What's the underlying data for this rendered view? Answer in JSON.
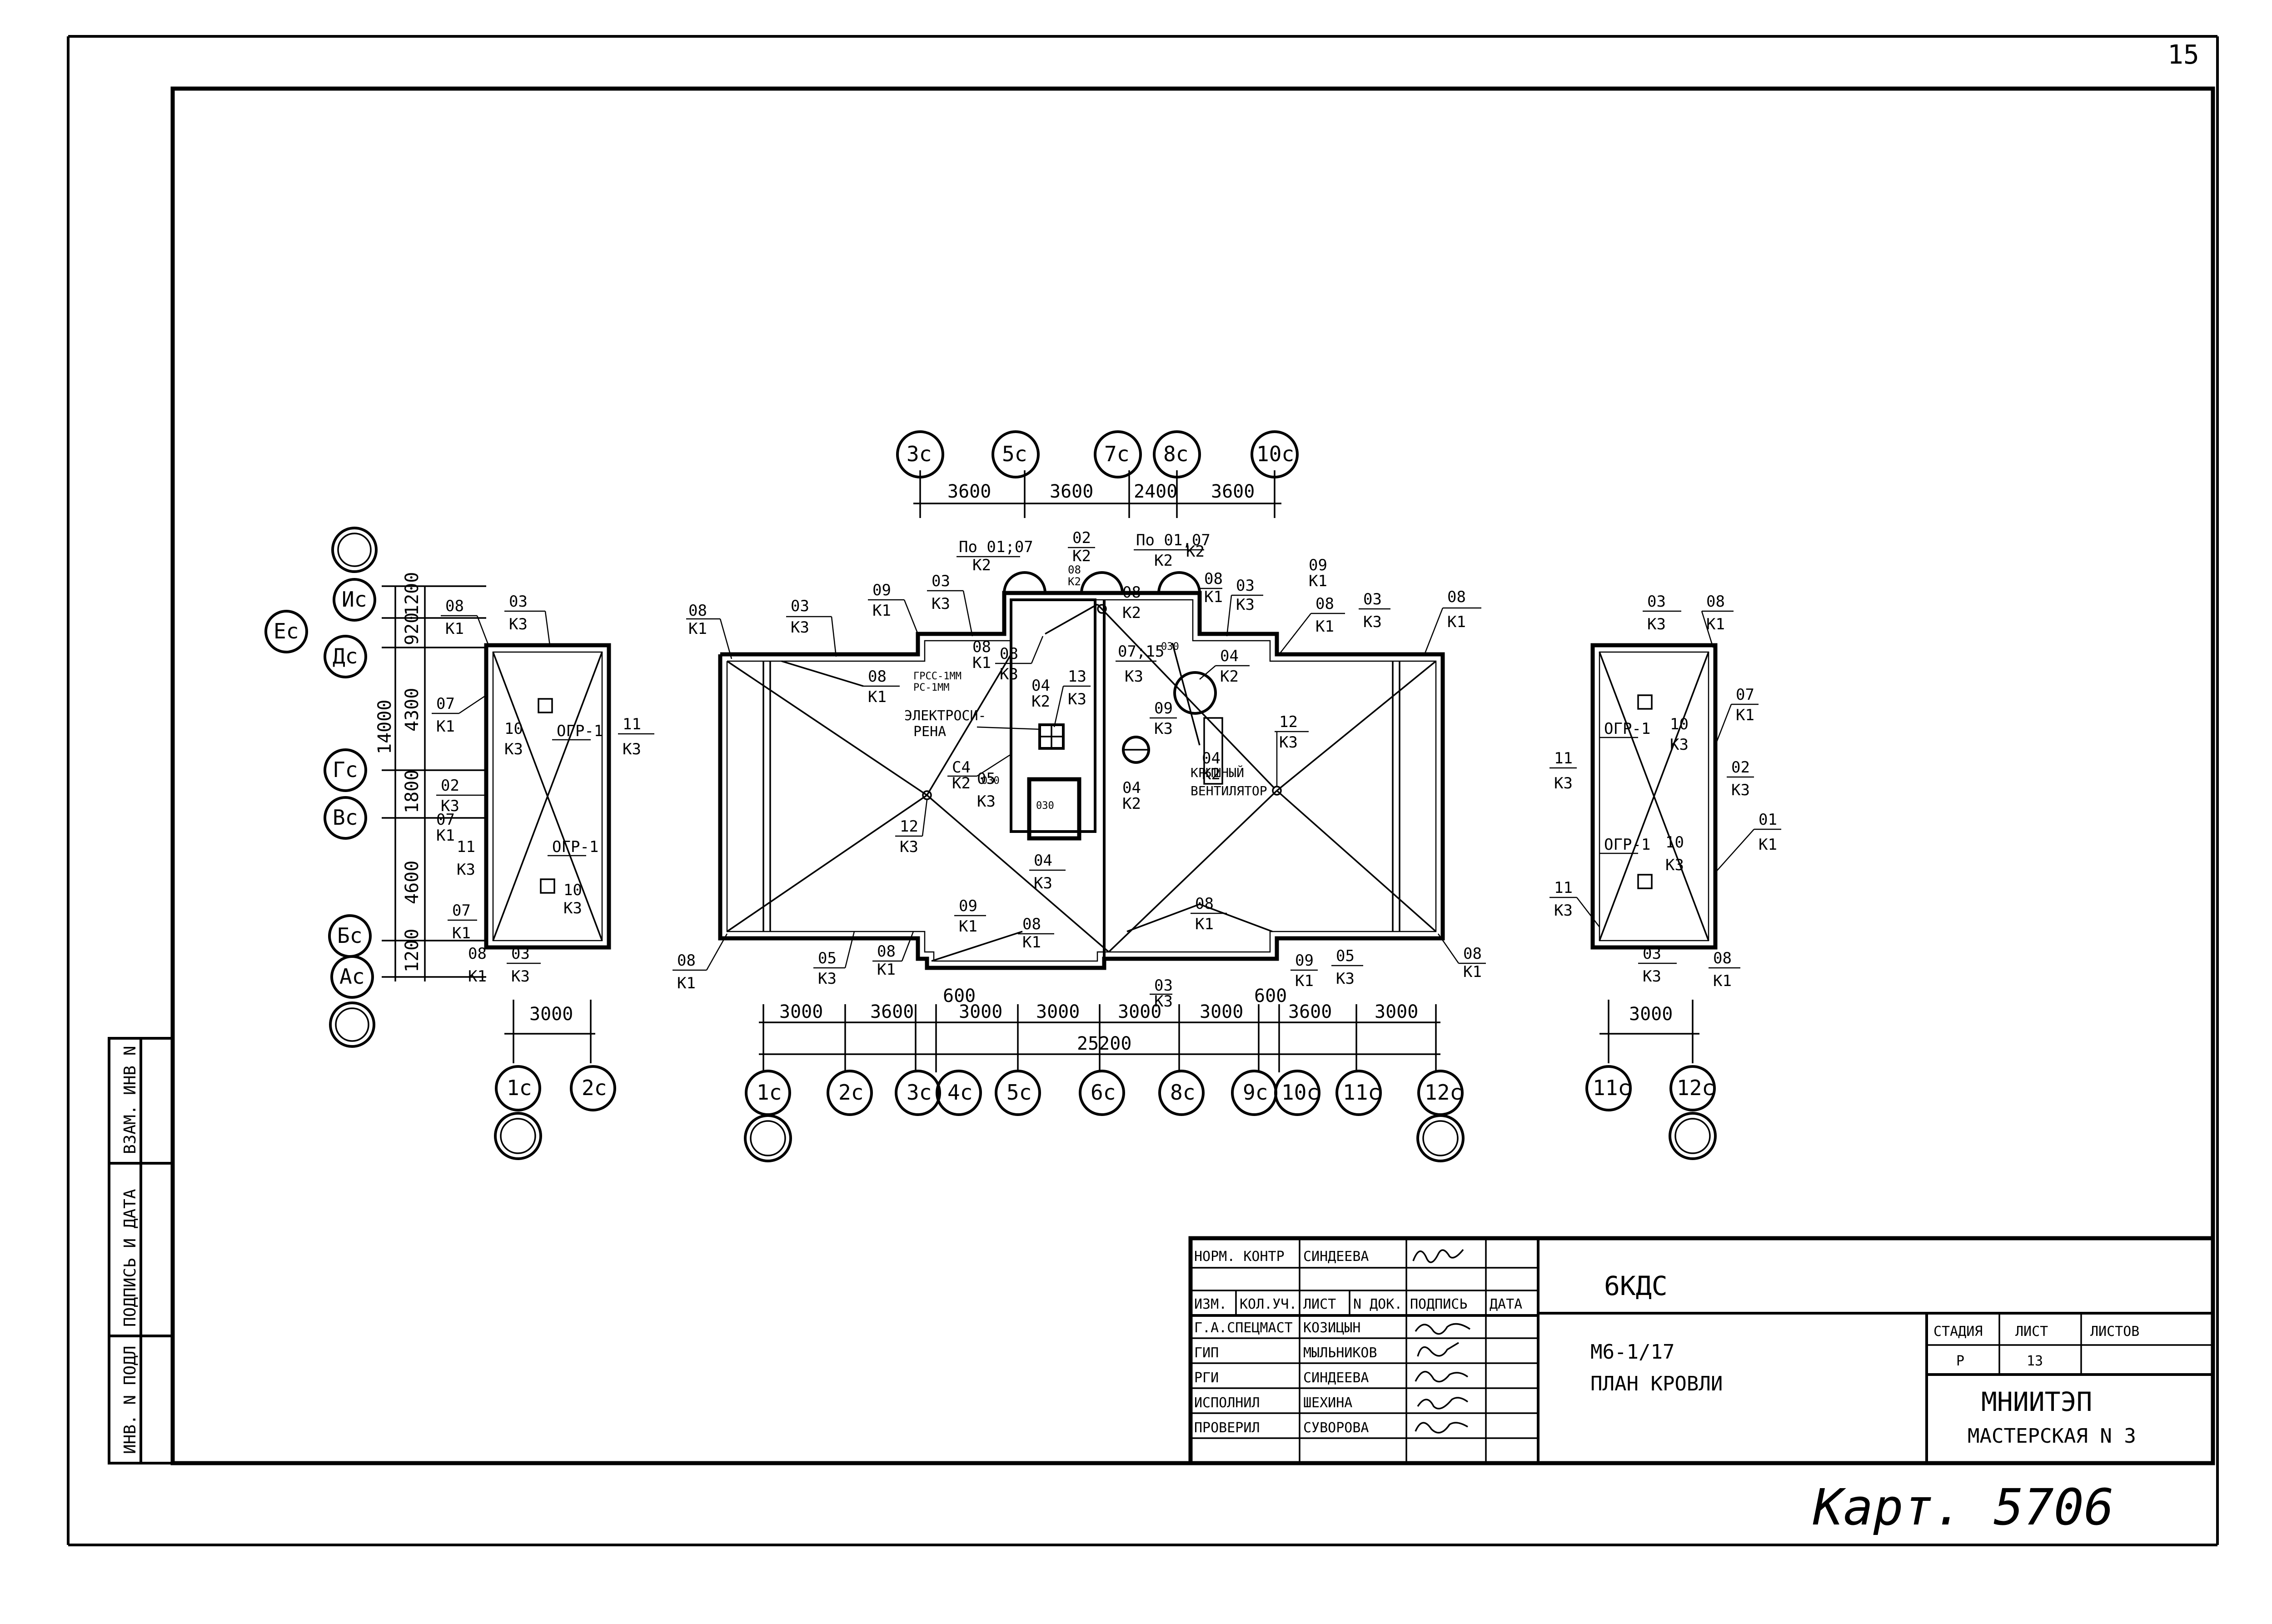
{
  "sheet": {
    "sheet_no": "15",
    "archive_stamp": "Карт. 5706",
    "side_stamp": [
      "ИНВ. N ПОДЛ",
      "ПОДПИСЬ И ДАТА",
      "ВЗАМ. ИНВ N"
    ]
  },
  "title_block": {
    "code": "6КДС",
    "doc_no": "М6-1/17",
    "doc_title": "ПЛАН КРОВЛИ",
    "org": "МНИИТЭП",
    "workshop": "МАСТЕРСКАЯ N 3",
    "norm_control_role": "НОРМ. КОНТР",
    "norm_control_name": "СИНДЕЕВА",
    "headers": [
      "ИЗМ.",
      "КОЛ.УЧ.",
      "ЛИСТ",
      "N ДОК.",
      "ПОДПИСЬ",
      "ДАТА"
    ],
    "people": [
      {
        "role": "Г.А.СПЕЦМАСТ",
        "name": "КОЗИЦЫН"
      },
      {
        "role": "ГИП",
        "name": "МЫЛЬНИКОВ"
      },
      {
        "role": "РГИ",
        "name": "СИНДЕЕВА"
      },
      {
        "role": "ИСПОЛНИЛ",
        "name": "ШЕХИНА"
      },
      {
        "role": "ПРОВЕРИЛ",
        "name": "СУВОРОВА"
      }
    ],
    "stage_headers": [
      "СТАДИЯ",
      "ЛИСТ",
      "ЛИСТОВ"
    ],
    "stage_values": [
      "Р",
      "13",
      ""
    ]
  },
  "plan_main": {
    "top_axes": [
      "3с",
      "5с",
      "7с",
      "8с",
      "10с"
    ],
    "top_dims": [
      "3600",
      "3600",
      "2400",
      "3600"
    ],
    "bottom_axes": [
      "1с",
      "2с",
      "3с",
      "4с",
      "5с",
      "6с",
      "8с",
      "9с",
      "10с",
      "11с",
      "12с"
    ],
    "bottom_dims": [
      "3000",
      "3600",
      "600",
      "3000",
      "3000",
      "3000",
      "3000",
      "600",
      "3600",
      "3000"
    ],
    "overall_dim": "25200",
    "notes": {
      "electro": "ЭЛЕКТРОСИ-\nРЕНА",
      "vent": "КРЫШНЫЙ\nВЕНТИЛЯТОР",
      "grss": "ГРСС-1ММ\nРС-1ММ",
      "po_left": "По 01;07\nК2",
      "po_right": "По 01;07\nК2"
    }
  },
  "plan_left": {
    "left_axes": [
      "Ис",
      "Ес",
      "Дс",
      "Гс",
      "Вс",
      "Бс",
      "Ас"
    ],
    "left_dims": [
      "1200",
      "920",
      "4300",
      "1800",
      "4600",
      "1200"
    ],
    "overall_dim": "14000",
    "bottom_axes": [
      "1с",
      "2с"
    ],
    "bottom_dim": "3000",
    "ogr": "ОГР-1"
  },
  "plan_right": {
    "bottom_axes": [
      "11с",
      "12с"
    ],
    "bottom_dim": "3000",
    "ogr": "ОГР-1"
  }
}
